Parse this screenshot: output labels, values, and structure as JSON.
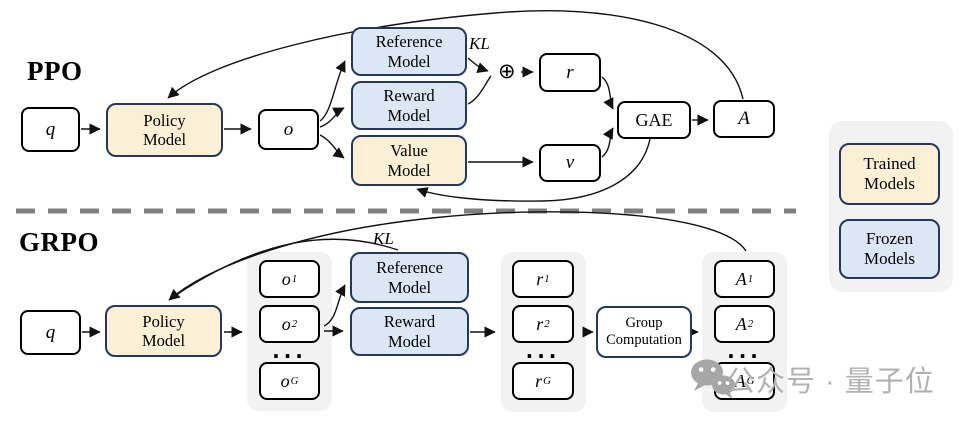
{
  "colors": {
    "trained_fill": "#FBF0D5",
    "frozen_fill": "#DBE7F5",
    "model_border": "#24385E",
    "box_border": "#000000",
    "panel_fill": "#F2F2F2",
    "divider": "#808080",
    "watermark": "#B1B1B1",
    "arrow": "#111111"
  },
  "ppo": {
    "section_label": "PPO",
    "q_label": "q",
    "policy_label": "Policy\nModel",
    "o_label": "o",
    "reference_label": "Reference\nModel",
    "reward_label": "Reward\nModel",
    "value_label": "Value\nModel",
    "kl_label": "KL",
    "plus_symbol": "⊕",
    "r_label": "r",
    "v_label": "v",
    "gae_label": "GAE",
    "advantage_label": "A"
  },
  "grpo": {
    "section_label": "GRPO",
    "q_label": "q",
    "policy_label": "Policy\nModel",
    "reference_label": "Reference\nModel",
    "reward_label": "Reward\nModel",
    "kl_label": "KL",
    "group_computation_label": "Group\nComputation",
    "ellipsis": "···",
    "o_items": [
      {
        "base": "o",
        "sub": "1"
      },
      {
        "base": "o",
        "sub": "2"
      },
      {
        "base": "o",
        "sub": "G"
      }
    ],
    "r_items": [
      {
        "base": "r",
        "sub": "1"
      },
      {
        "base": "r",
        "sub": "2"
      },
      {
        "base": "r",
        "sub": "G"
      }
    ],
    "a_items": [
      {
        "base": "A",
        "sub": "1"
      },
      {
        "base": "A",
        "sub": "2"
      },
      {
        "base": "A",
        "sub": "G"
      }
    ]
  },
  "legend": {
    "trained_label": "Trained\nModels",
    "frozen_label": "Frozen\nModels"
  },
  "watermark": {
    "text": "公众号 · 量子位"
  }
}
